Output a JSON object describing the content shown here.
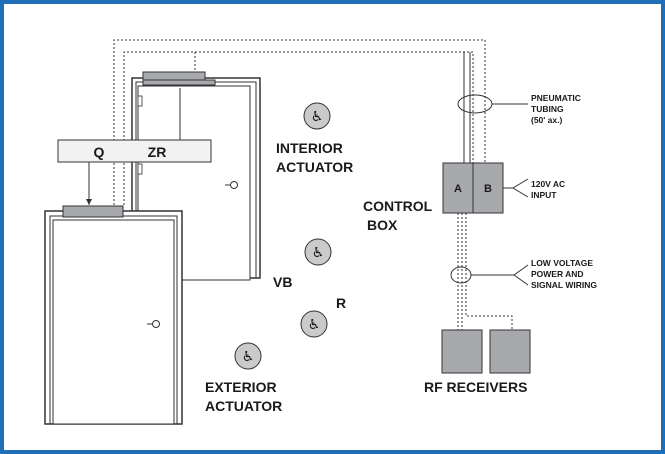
{
  "colors": {
    "frame": "#1e6fb8",
    "gray_fill": "#a7a9ac",
    "light_fill": "#f2f2f2"
  },
  "icons": [
    "wheelchair-icon",
    "key-lock-icon"
  ],
  "labels": {
    "transom_q": "Q",
    "transom_zr": "ZR",
    "interior_actuator_line1": "INTERIOR",
    "interior_actuator_line2": "ACTUATOR",
    "control_box_line1": "CONTROL",
    "control_box_line2": "BOX",
    "box_a": "A",
    "box_b": "B",
    "pneumatic_line1": "PNEUMATIC",
    "pneumatic_line2": "TUBING",
    "pneumatic_line3": "(50' ax.)",
    "input_line1": "120V AC",
    "input_line2": "INPUT",
    "low_voltage_line1": "LOW VOLTAGE",
    "low_voltage_line2": "POWER AND",
    "low_voltage_line3": "SIGNAL WIRING",
    "vb": "VB",
    "r": "R",
    "exterior_actuator_line1": "EXTERIOR",
    "exterior_actuator_line2": "ACTUATOR",
    "rf_receivers": "RF RECEIVERS"
  }
}
